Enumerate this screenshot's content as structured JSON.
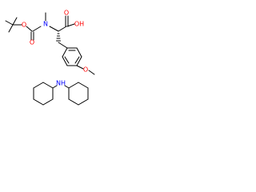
{
  "molecule": {
    "atom_labels": {
      "o_carbonyl": "O",
      "o_ester": "O",
      "n_amide": "N",
      "o_acid_carbonyl": "O",
      "oh": "OH",
      "o_methoxy": "O",
      "nh": "NH"
    },
    "colors": {
      "bond": "#000000",
      "nitrogen": "#0000FF",
      "oxygen": "#FF0000"
    }
  }
}
